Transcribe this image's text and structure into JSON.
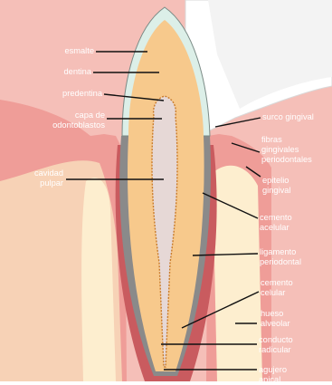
{
  "colors": {
    "background": "#f7c6c1",
    "gum": "#e98a86",
    "bone": "#fbe7c8",
    "enamel": "#dbeee6",
    "dentin": "#f7c98c",
    "pulp": "#e6d8d6",
    "ligament": "#c95b5f",
    "cementum": "#8a8a8a",
    "label_text": "#ffffff",
    "leader_line": "#111111"
  },
  "labels": {
    "esmalte": "esmalte",
    "dentina": "dentina",
    "predentina": "predentina",
    "odontoblastos": "capa de\nodontoblastos",
    "cavidad": "cavidad\npulpar",
    "surco": "surco gingival",
    "fibras": "fibras\ngingivales\nperiodontales",
    "epitelio": "epitelio\ngingival",
    "cemento_acelular": "cemento\nacelular",
    "ligamento": "ligamento\nperiodontal",
    "cemento_celular": "cemento\ncelular",
    "hueso": "hueso\nalveolar",
    "conducto": "conducto\nradicular",
    "agujero": "agujero\napical"
  }
}
